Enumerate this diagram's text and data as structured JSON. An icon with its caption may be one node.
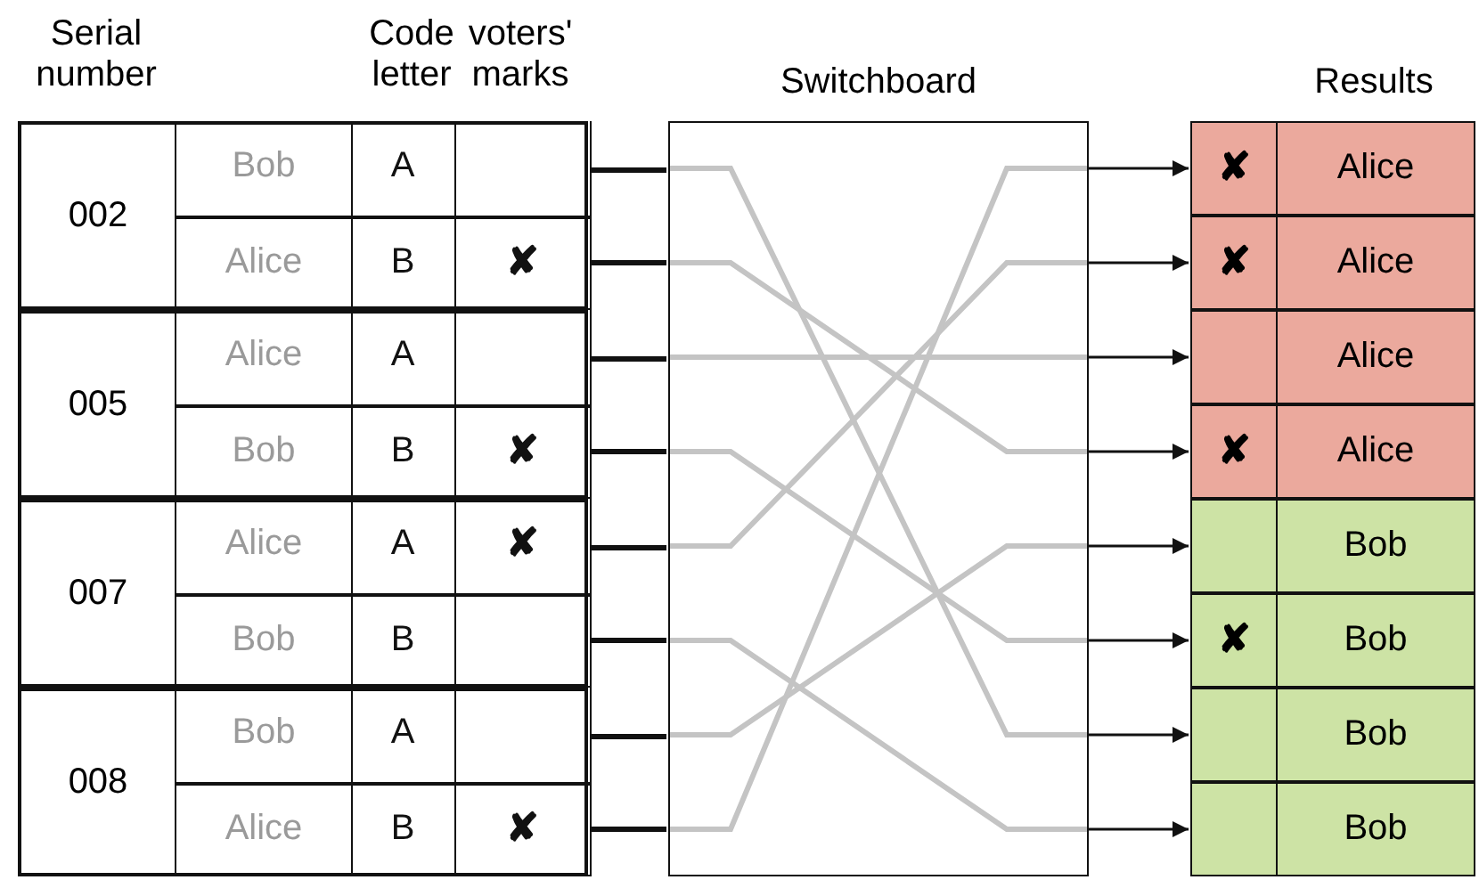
{
  "diagram": {
    "nodes": [
      {
        "text": [
          "002"
        ]
      },
      {
        "text": [
          "Bob",
          "A"
        ],
        "in": 0
      },
      {
        "text": [
          "Alice",
          "B",
          "✘"
        ],
        "in": 0
      },
      {
        "text": [
          "005"
        ]
      },
      {
        "text": [
          "Alice",
          "A"
        ],
        "in": 3
      },
      {
        "text": [
          "Bob",
          "B",
          "✘"
        ],
        "in": 3
      },
      {
        "text": [
          "007"
        ]
      },
      {
        "text": [
          "Alice",
          "A",
          "✘"
        ],
        "in": 6
      },
      {
        "text": [
          "Bob",
          "B"
        ],
        "in": 6
      },
      {
        "text": [
          "008"
        ]
      },
      {
        "text": [
          "Bob",
          "A"
        ],
        "in": 9
      },
      {
        "text": [
          "Alice",
          "B",
          "✘"
        ],
        "in": 9
      },
      {
        "text": [
          "Switchboard"
        ]
      },
      {
        "text": [
          "Results"
        ]
      },
      {
        "text": [
          "✘",
          "Alice"
        ],
        "in": 13
      },
      {
        "text": [
          "✘",
          "Alice"
        ],
        "in": 13
      },
      {
        "text": [
          "Alice"
        ],
        "in": 13
      },
      {
        "text": [
          "✘",
          "Alice"
        ],
        "in": 13
      },
      {
        "text": [
          "Bob"
        ],
        "in": 13
      },
      {
        "text": [
          "✘",
          "Bob"
        ],
        "in": 13
      },
      {
        "text": [
          "Bob"
        ],
        "in": 13
      },
      {
        "text": [
          "Bob"
        ],
        "in": 13
      }
    ],
    "edges": [
      {
        "from": 1,
        "to": 12,
        "arrow": "none",
        "style": "thick"
      },
      {
        "from": 2,
        "to": 12,
        "arrow": "none",
        "style": "thick"
      },
      {
        "from": 4,
        "to": 12,
        "arrow": "none",
        "style": "thick"
      },
      {
        "from": 5,
        "to": 12,
        "arrow": "none",
        "style": "thick"
      },
      {
        "from": 7,
        "to": 12,
        "arrow": "none",
        "style": "thick"
      },
      {
        "from": 8,
        "to": 12,
        "arrow": "none",
        "style": "thick"
      },
      {
        "from": 10,
        "to": 12,
        "arrow": "none",
        "style": "thick"
      },
      {
        "from": 11,
        "to": 12,
        "arrow": "none",
        "style": "thick"
      },
      {
        "from": 12,
        "to": 14,
        "arrow": "to"
      },
      {
        "from": 12,
        "to": 15,
        "arrow": "to"
      },
      {
        "from": 12,
        "to": 16,
        "arrow": "to"
      },
      {
        "from": 12,
        "to": 17,
        "arrow": "to"
      },
      {
        "from": 12,
        "to": 18,
        "arrow": "to"
      },
      {
        "from": 12,
        "to": 19,
        "arrow": "to"
      },
      {
        "from": 12,
        "to": 20,
        "arrow": "to"
      },
      {
        "from": 12,
        "to": 21,
        "arrow": "to"
      }
    ],
    "labels": [
      "Serial number",
      "Code letter",
      "voters' marks"
    ]
  }
}
